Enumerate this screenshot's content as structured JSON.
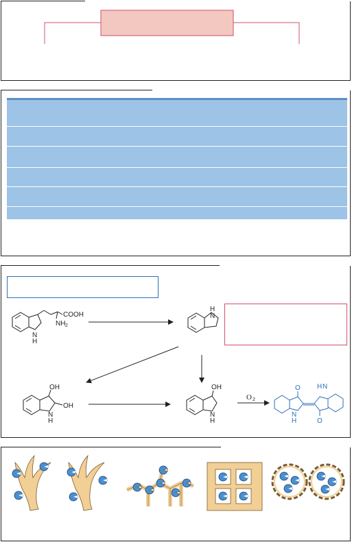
{
  "reaction": {
    "tryptophan_substituent_acid": "COOH",
    "tryptophan_substituent_amine": "NH",
    "tryptophan_amine_subscript": "2",
    "ring_nitrogen_h": "H",
    "indole_nitrogen": "N",
    "hydroxyl_label": "OH",
    "oxygen_symbol": "O",
    "oxygen_subscript": "2",
    "indigo_nh_top": "H",
    "indigo_n_top": "N",
    "indigo_nh_bottom": "H",
    "indigo_n_bottom": "N",
    "indigo_oxygen": "O"
  },
  "colors": {
    "border": "#231f20",
    "pink_box_fill": "#f2c8c0",
    "pink_box_stroke": "#d0516a",
    "table_fill": "#9dc3e6",
    "blue_callout": "#2e6fb7",
    "indigo_blue": "#2e6fb7",
    "tan_fill": "#f2cf95",
    "tan_stroke": "#7a5a2e",
    "sphere_blue": "#4a8fd0"
  },
  "icons": {
    "organism_1": "branching-tissue-with-enzymes-icon",
    "organism_2": "branching-tissue-with-enzymes-icon",
    "organism_3": "scaffold-network-icon",
    "organism_4": "mesh-grid-icon",
    "organism_5": "encapsulated-spheres-icon"
  }
}
